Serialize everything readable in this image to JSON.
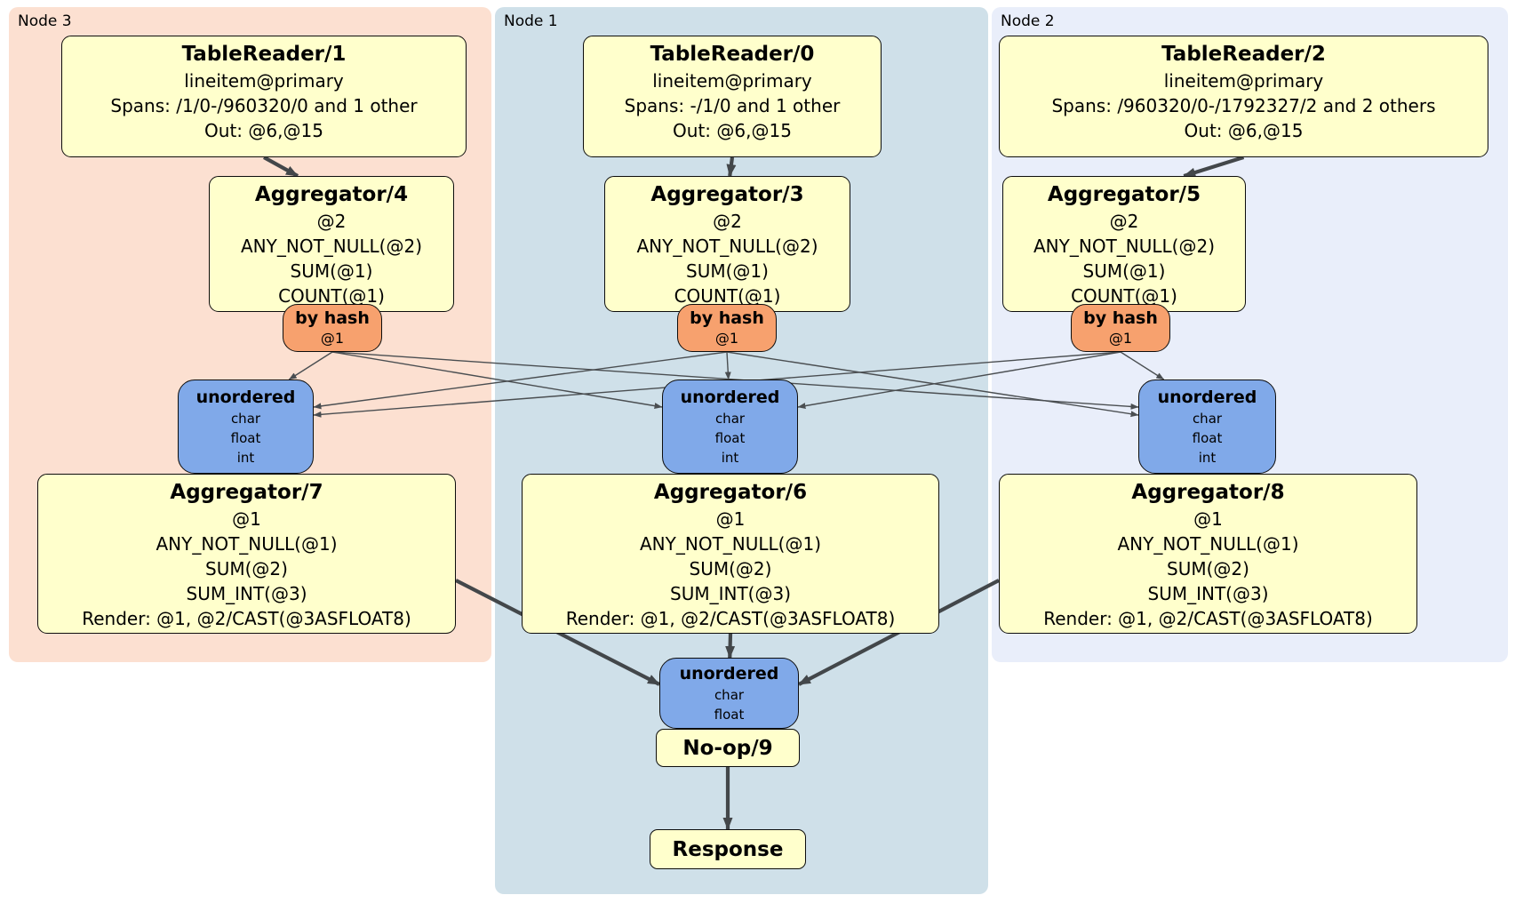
{
  "panels": [
    {
      "id": "node3",
      "label": "Node 3"
    },
    {
      "id": "node1",
      "label": "Node 1"
    },
    {
      "id": "node2",
      "label": "Node 2"
    }
  ],
  "processors": {
    "tr1": {
      "title": "TableReader/1",
      "lines": [
        "lineitem@primary",
        "Spans: /1/0-/960320/0 and 1 other",
        "Out: @6,@15"
      ]
    },
    "tr0": {
      "title": "TableReader/0",
      "lines": [
        "lineitem@primary",
        "Spans: -/1/0 and 1 other",
        "Out: @6,@15"
      ]
    },
    "tr2": {
      "title": "TableReader/2",
      "lines": [
        "lineitem@primary",
        "Spans: /960320/0-/1792327/2 and 2 others",
        "Out: @6,@15"
      ]
    },
    "agg4": {
      "title": "Aggregator/4",
      "lines": [
        "@2",
        "ANY_NOT_NULL(@2)",
        "SUM(@1)",
        "COUNT(@1)"
      ]
    },
    "agg3": {
      "title": "Aggregator/3",
      "lines": [
        "@2",
        "ANY_NOT_NULL(@2)",
        "SUM(@1)",
        "COUNT(@1)"
      ]
    },
    "agg5": {
      "title": "Aggregator/5",
      "lines": [
        "@2",
        "ANY_NOT_NULL(@2)",
        "SUM(@1)",
        "COUNT(@1)"
      ]
    },
    "bh4": {
      "title": "by hash",
      "lines": [
        "@1"
      ]
    },
    "bh3": {
      "title": "by hash",
      "lines": [
        "@1"
      ]
    },
    "bh5": {
      "title": "by hash",
      "lines": [
        "@1"
      ]
    },
    "un7": {
      "title": "unordered",
      "lines": [
        "char",
        "float",
        "int"
      ]
    },
    "un6": {
      "title": "unordered",
      "lines": [
        "char",
        "float",
        "int"
      ]
    },
    "un8": {
      "title": "unordered",
      "lines": [
        "char",
        "float",
        "int"
      ]
    },
    "agg7": {
      "title": "Aggregator/7",
      "lines": [
        "@1",
        "ANY_NOT_NULL(@1)",
        "SUM(@2)",
        "SUM_INT(@3)",
        "Render: @1, @2/CAST(@3ASFLOAT8)"
      ]
    },
    "agg6": {
      "title": "Aggregator/6",
      "lines": [
        "@1",
        "ANY_NOT_NULL(@1)",
        "SUM(@2)",
        "SUM_INT(@3)",
        "Render: @1, @2/CAST(@3ASFLOAT8)"
      ]
    },
    "agg8": {
      "title": "Aggregator/8",
      "lines": [
        "@1",
        "ANY_NOT_NULL(@1)",
        "SUM(@2)",
        "SUM_INT(@3)",
        "Render: @1, @2/CAST(@3ASFLOAT8)"
      ]
    },
    "unfinal": {
      "title": "unordered",
      "lines": [
        "char",
        "float"
      ]
    },
    "noop9": {
      "title": "No-op/9"
    },
    "response": {
      "title": "Response"
    }
  },
  "edges": [
    {
      "from": "bh4",
      "to": "un7",
      "kind": "thin"
    },
    {
      "from": "bh4",
      "to": "un6",
      "kind": "thin"
    },
    {
      "from": "bh4",
      "to": "un8",
      "kind": "thin"
    },
    {
      "from": "bh3",
      "to": "un7",
      "kind": "thin"
    },
    {
      "from": "bh3",
      "to": "un6",
      "kind": "thin"
    },
    {
      "from": "bh3",
      "to": "un8",
      "kind": "thin"
    },
    {
      "from": "bh5",
      "to": "un7",
      "kind": "thin"
    },
    {
      "from": "bh5",
      "to": "un6",
      "kind": "thin"
    },
    {
      "from": "bh5",
      "to": "un8",
      "kind": "thin"
    },
    {
      "from": "tr1",
      "to": "agg4",
      "kind": "thick"
    },
    {
      "from": "tr0",
      "to": "agg3",
      "kind": "thick"
    },
    {
      "from": "tr2",
      "to": "agg5",
      "kind": "thick"
    },
    {
      "from": "agg7",
      "to": "unfinal",
      "kind": "thick"
    },
    {
      "from": "agg6",
      "to": "unfinal",
      "kind": "thick"
    },
    {
      "from": "agg8",
      "to": "unfinal",
      "kind": "thick"
    },
    {
      "from": "noop9",
      "to": "response",
      "kind": "thick"
    }
  ],
  "colors": {
    "node3_bg": "#fce0d1",
    "node1_bg": "#cfe0e9",
    "node2_bg": "#e9eefa",
    "processor_fill": "#ffffcc",
    "router_fill": "#f7a16e",
    "sync_fill": "#80a9e9",
    "edge_thin": "#4a4e51",
    "edge_thick": "#43474a"
  }
}
